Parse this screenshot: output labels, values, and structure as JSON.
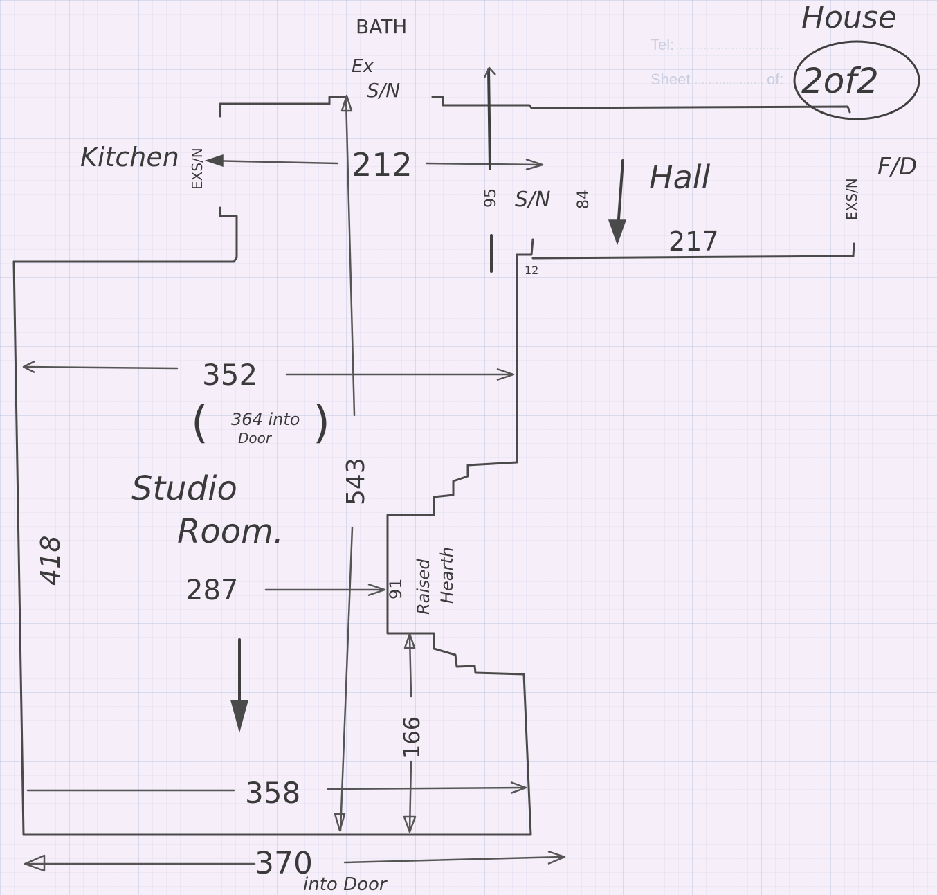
{
  "header": {
    "title": "House",
    "sheet_number": "2of2",
    "form_labels": {
      "tel": "Tel:",
      "sheet": "Sheet",
      "of": "of:"
    }
  },
  "rooms": {
    "bath": "BATH",
    "kitchen": "Kitchen",
    "hall": "Hall",
    "studio_line1": "Studio",
    "studio_line2": "Room."
  },
  "annotations": {
    "bath_fitting_1": "Ex",
    "bath_fitting_2": "S/N",
    "kitchen_fitting": "EXS/N",
    "hall_fitting": "EXS/N",
    "front_door": "F/D",
    "hall_sn": "S/N",
    "hearth_1": "91",
    "hearth_2": "Raised",
    "hearth_3": "Hearth",
    "into_door_open": "(",
    "into_door_line1": "364 into",
    "into_door_line2": "Door",
    "into_door_close": ")",
    "bottom_note": "into Door"
  },
  "dimensions": {
    "kitchen_bath_width": "212",
    "hall_gap": "95",
    "hall_small": "84",
    "hall_width": "217",
    "hall_jamb": "12",
    "studio_width_upper": "352",
    "studio_depth": "543",
    "left_wall": "418",
    "hearth_offset": "287",
    "hearth_to_wall": "166",
    "studio_width_lower": "358",
    "overall_width": "370"
  }
}
